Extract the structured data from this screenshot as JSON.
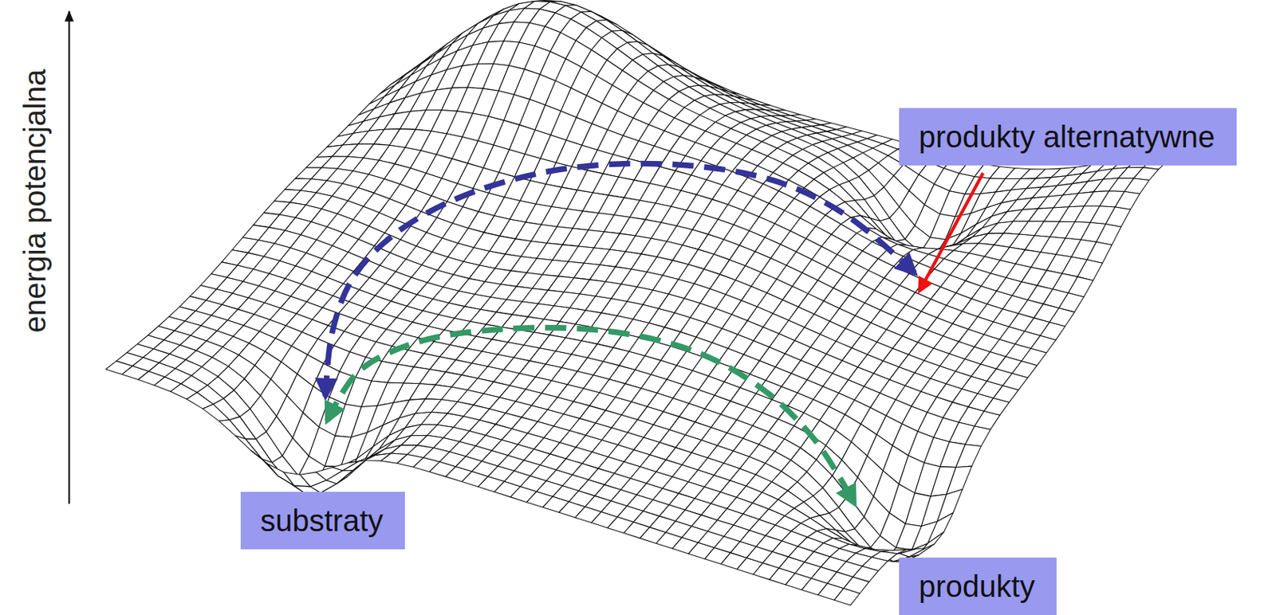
{
  "diagram": {
    "nodes": [
      {
        "text": [
          "produkty alternatywne"
        ]
      },
      {
        "text": [
          "substraty"
        ]
      },
      {
        "text": [
          "produkty"
        ]
      }
    ],
    "labels": [
      "energia potencjalna"
    ]
  }
}
